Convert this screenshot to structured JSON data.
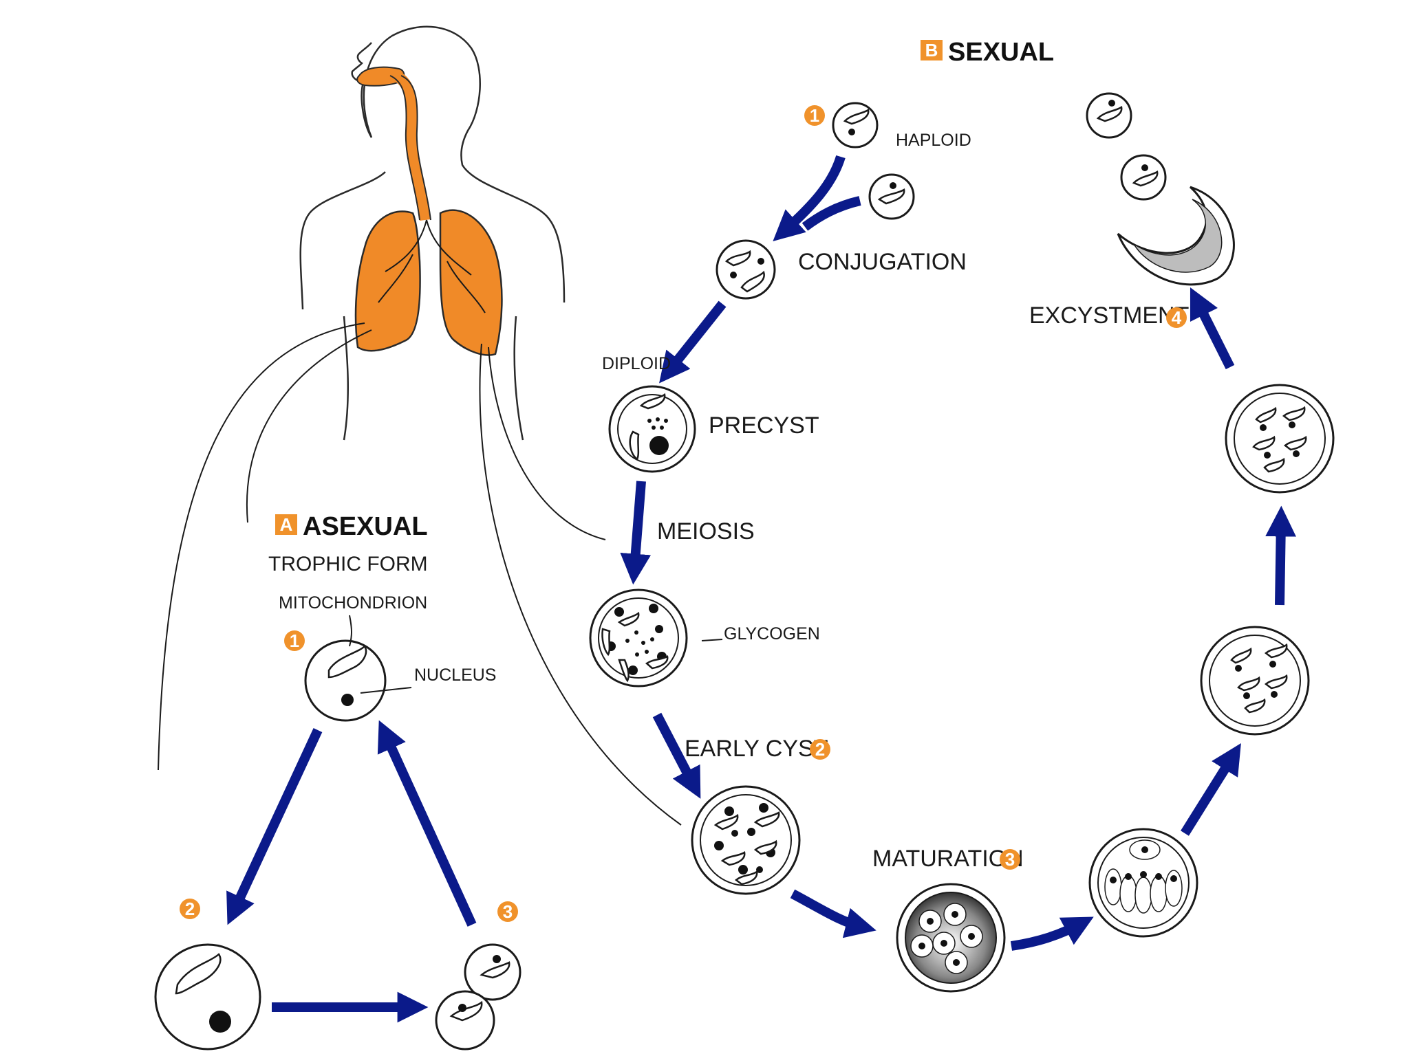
{
  "sections": {
    "asexual": {
      "badge": "A",
      "title": "ASEXUAL",
      "subtitle": "TROPHIC FORM"
    },
    "sexual": {
      "badge": "B",
      "title": "SEXUAL"
    }
  },
  "labels": {
    "haploid": "HAPLOID",
    "conjugation": "CONJUGATION",
    "diploid": "DIPLOID",
    "precyst": "PRECYST",
    "meiosis": "MEIOSIS",
    "glycogen": "GLYCOGEN",
    "early_cyst": "EARLY CYST",
    "maturation": "MATURATION",
    "excystment": "EXCYSTMENT",
    "mitochondrion": "MITOCHONDRION",
    "nucleus": "NUCLEUS"
  },
  "steps": {
    "sexual_1": "1",
    "sexual_2": "2",
    "sexual_3": "3",
    "sexual_4": "4",
    "asexual_1": "1",
    "asexual_2": "2",
    "asexual_3": "3"
  },
  "colors": {
    "accent_orange": "#f0922b",
    "arrow_blue": "#0b1a8a",
    "lung_orange": "#f08a28"
  }
}
